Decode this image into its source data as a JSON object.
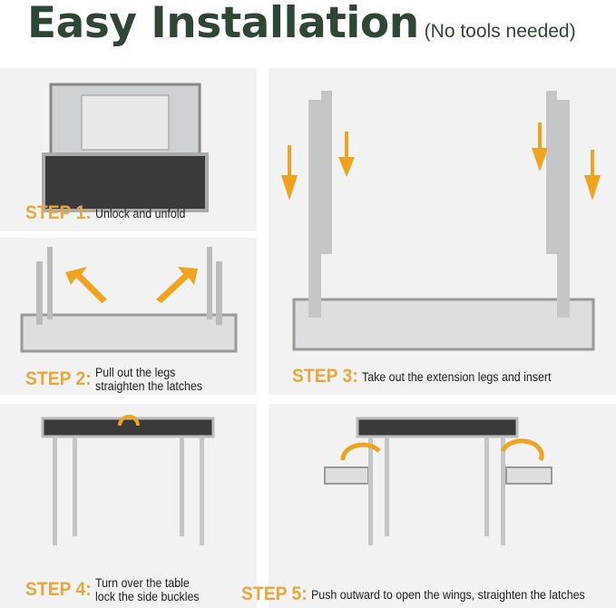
{
  "title": "Easy Installation",
  "subtitle": "(No tools needed)",
  "colors": {
    "title": "#2e4634",
    "step": "#e9a63b",
    "panel": "#f2f2f2"
  },
  "steps": [
    {
      "label": "STEP 1:",
      "lines": [
        "Unlock and unfold"
      ]
    },
    {
      "label": "STEP 2:",
      "lines": [
        "Pull out the legs",
        "straighten the latches"
      ]
    },
    {
      "label": "STEP 3:",
      "lines": [
        "Take out the extension legs and insert"
      ]
    },
    {
      "label": "STEP 4:",
      "lines": [
        "Turn over the table",
        "lock the side buckles"
      ]
    },
    {
      "label": "STEP 5:",
      "lines": [
        "Push outward to open the wings, straighten the latches"
      ]
    }
  ]
}
